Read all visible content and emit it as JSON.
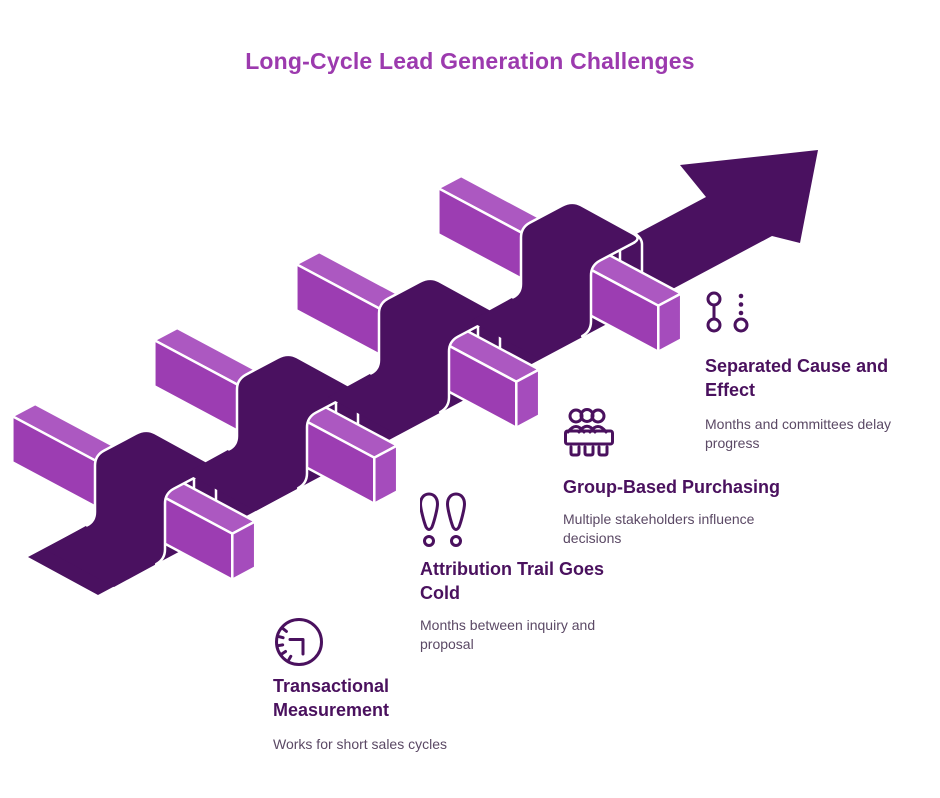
{
  "title": "Long-Cycle Lead Generation Challenges",
  "colors": {
    "title": "#9C3AAE",
    "heading": "#4A115E",
    "description": "#5B4965",
    "ribbon": "#4A1160",
    "hurdle_top": "#AC58C1",
    "hurdle_front": "#9C3DB2",
    "hurdle_cap": "#A54CBC",
    "icon_stroke": "#4A115E",
    "background": "#FFFFFF"
  },
  "diagram": {
    "type": "isometric-arrow-over-hurdles",
    "hurdle_count": 4,
    "arrow_direction": "up-right"
  },
  "items": [
    {
      "icon": "stopwatch-icon",
      "heading": "Transactional Measurement",
      "description": "Works for short sales cycles"
    },
    {
      "icon": "double-exclamation-icon",
      "heading": "Attribution Trail Goes Cold",
      "description": "Months between inquiry and proposal"
    },
    {
      "icon": "committee-icon",
      "heading": "Group-Based Purchasing",
      "description": "Multiple stakeholders influence decisions"
    },
    {
      "icon": "cause-effect-icon",
      "heading": "Separated Cause and Effect",
      "description": "Months and committees delay progress"
    }
  ]
}
